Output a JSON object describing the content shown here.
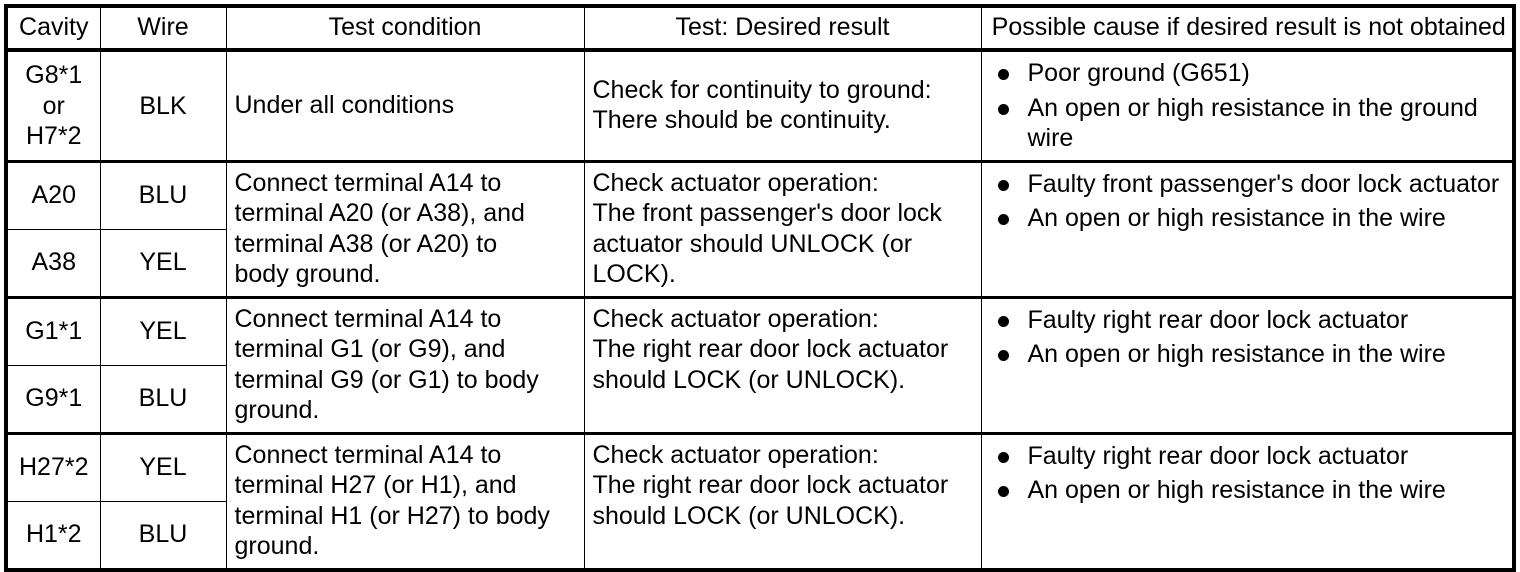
{
  "table": {
    "headers": [
      "Cavity",
      "Wire",
      "Test condition",
      "Test: Desired result",
      "Possible cause if desired result is not obtained"
    ],
    "blocks": [
      {
        "id": "block-ground",
        "cavities": [
          {
            "cavity_lines": [
              "G8*1",
              "or",
              "H7*2"
            ],
            "wire": "BLK"
          }
        ],
        "test_condition": "Under all conditions",
        "test_desired_result_lines": [
          "Check for continuity to ground:",
          "There should be continuity."
        ],
        "possible_causes": [
          "Poor ground (G651)",
          "An open or high resistance in the ground wire"
        ]
      },
      {
        "id": "block-front-passenger",
        "cavities": [
          {
            "cavity_lines": [
              "A20"
            ],
            "wire": "BLU"
          },
          {
            "cavity_lines": [
              "A38"
            ],
            "wire": "YEL"
          }
        ],
        "test_condition_lines": [
          "Connect terminal A14   to",
          "terminal A20   (or A38),   and",
          "terminal A38   (or A20)   to",
          "body ground."
        ],
        "test_desired_result_lines": [
          "Check actuator operation:",
          "The front passenger's door lock",
          "actuator should UNLOCK (or",
          "LOCK)."
        ],
        "possible_causes": [
          "Faulty front passenger's door lock actuator",
          "An open or high resistance in the wire"
        ]
      },
      {
        "id": "block-right-rear-g",
        "cavities": [
          {
            "cavity_lines": [
              "G1*1"
            ],
            "wire": "YEL"
          },
          {
            "cavity_lines": [
              "G9*1"
            ],
            "wire": "BLU"
          }
        ],
        "test_condition_lines": [
          "Connect terminal A14 to",
          "terminal G1 (or G9), and",
          "terminal G9 (or G1) to body",
          "ground."
        ],
        "test_desired_result_lines": [
          "Check actuator operation:",
          "The right rear door lock actuator",
          "should LOCK (or UNLOCK)."
        ],
        "possible_causes": [
          "Faulty right rear door lock actuator",
          "An open or high resistance in the wire"
        ]
      },
      {
        "id": "block-right-rear-h",
        "cavities": [
          {
            "cavity_lines": [
              "H27*2"
            ],
            "wire": "YEL"
          },
          {
            "cavity_lines": [
              "H1*2"
            ],
            "wire": "BLU"
          }
        ],
        "test_condition_lines": [
          "Connect terminal A14   to",
          "terminal H27   (or H1),   and",
          "terminal H1   (or H27)   to body",
          "ground."
        ],
        "test_desired_result_lines": [
          "Check actuator operation:",
          "The right rear door lock actuator",
          "should LOCK (or UNLOCK)."
        ],
        "possible_causes": [
          "Faulty right rear door lock actuator",
          "An open or high resistance in the wire"
        ]
      }
    ]
  },
  "colors": {
    "ink": "#000000",
    "paper": "#ffffff"
  }
}
